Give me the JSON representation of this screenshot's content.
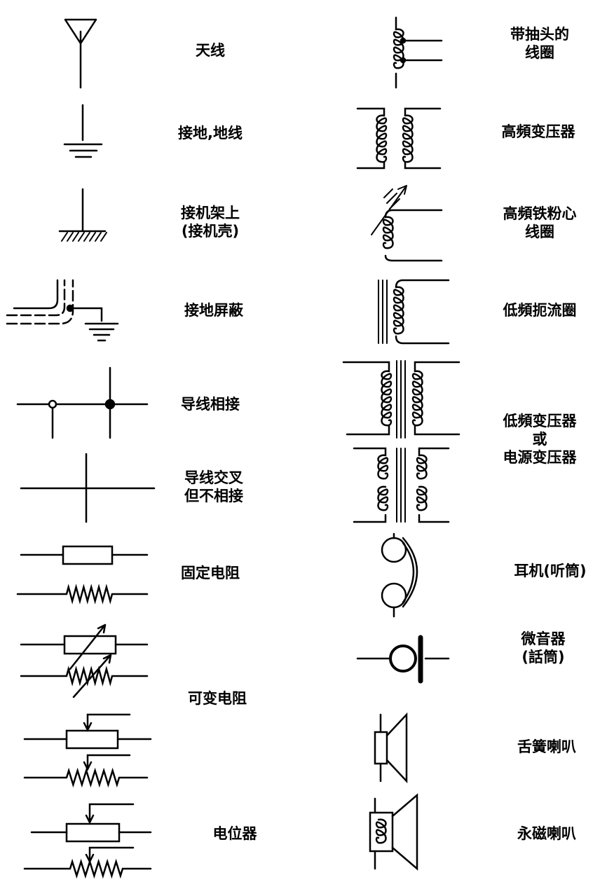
{
  "left_symbols": [
    {
      "label": [
        "天线"
      ],
      "icon": "antenna-icon"
    },
    {
      "label": [
        "接地,地线"
      ],
      "icon": "ground-icon"
    },
    {
      "label": [
        "接机架上",
        "(接机壳)"
      ],
      "icon": "chassis-ground-icon"
    },
    {
      "label": [
        "接地屏蔽"
      ],
      "icon": "shield-ground-icon"
    },
    {
      "label": [
        "导线相接"
      ],
      "icon": "wire-junction-icon"
    },
    {
      "label": [
        "导线交叉",
        "但不相接"
      ],
      "icon": "wire-crossing-icon"
    },
    {
      "label": [
        "固定电阻"
      ],
      "icon": "fixed-resistor-icon"
    },
    {
      "label": [
        "可变电阻"
      ],
      "icon": "variable-resistor-icon"
    },
    {
      "label": [
        "电位器"
      ],
      "icon": "potentiometer-icon"
    }
  ],
  "right_symbols": [
    {
      "label": [
        "带抽头的",
        "线圈"
      ],
      "icon": "tapped-coil-icon"
    },
    {
      "label": [
        "高頻变压器"
      ],
      "icon": "hf-transformer-icon"
    },
    {
      "label": [
        "高頻铁粉心",
        "线圈"
      ],
      "icon": "ferrite-core-coil-icon"
    },
    {
      "label": [
        "低頻扼流圈"
      ],
      "icon": "lf-choke-icon"
    },
    {
      "label": [
        "低頻变压器",
        "或",
        "电源变压器"
      ],
      "icon": "lf-transformer-icon"
    },
    {
      "label": [
        "耳机(听筒)"
      ],
      "icon": "earphone-icon"
    },
    {
      "label": [
        "微音器",
        "(話筒)"
      ],
      "icon": "microphone-icon"
    },
    {
      "label": [
        "舌簧喇叭"
      ],
      "icon": "reed-speaker-icon"
    },
    {
      "label": [
        "永磁喇叭"
      ],
      "icon": "pm-speaker-icon"
    }
  ]
}
